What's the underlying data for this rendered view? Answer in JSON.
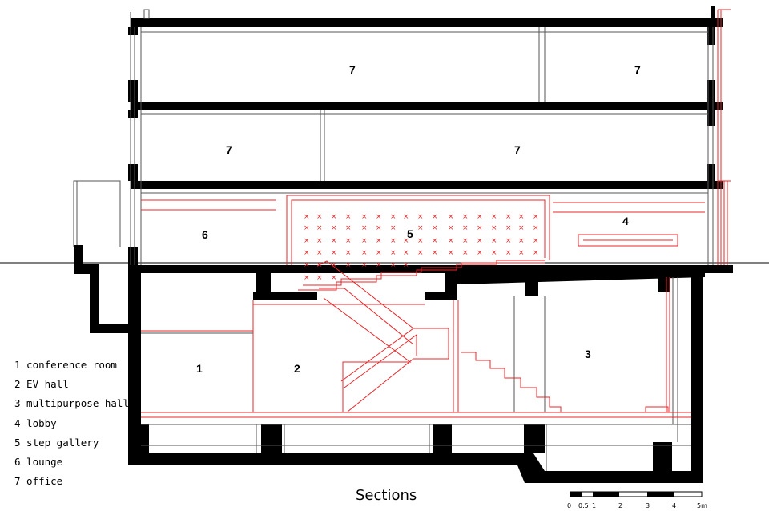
{
  "title": "Sections",
  "room_labels": [
    {
      "id": "r1",
      "text": "1"
    },
    {
      "id": "r2",
      "text": "2"
    },
    {
      "id": "r3",
      "text": "3"
    },
    {
      "id": "r4",
      "text": "4"
    },
    {
      "id": "r5",
      "text": "5"
    },
    {
      "id": "r6",
      "text": "6"
    },
    {
      "id": "r7a",
      "text": "7"
    },
    {
      "id": "r7b",
      "text": "7"
    },
    {
      "id": "r7c",
      "text": "7"
    },
    {
      "id": "r7d",
      "text": "7"
    }
  ],
  "legend": [
    "1 conference room",
    "2 EV hall",
    "3 multipurpose hall",
    "4 lobby",
    "5 step gallery",
    "6 lounge",
    "7 office"
  ],
  "scale_bar": {
    "labels": [
      "0",
      "0.5",
      "1",
      "2",
      "3",
      "4",
      "5m"
    ]
  },
  "seat_mark": "×",
  "colors": {
    "structure": "#000000",
    "line": "#555555",
    "accent": "#e8262a",
    "background": "#ffffff"
  }
}
